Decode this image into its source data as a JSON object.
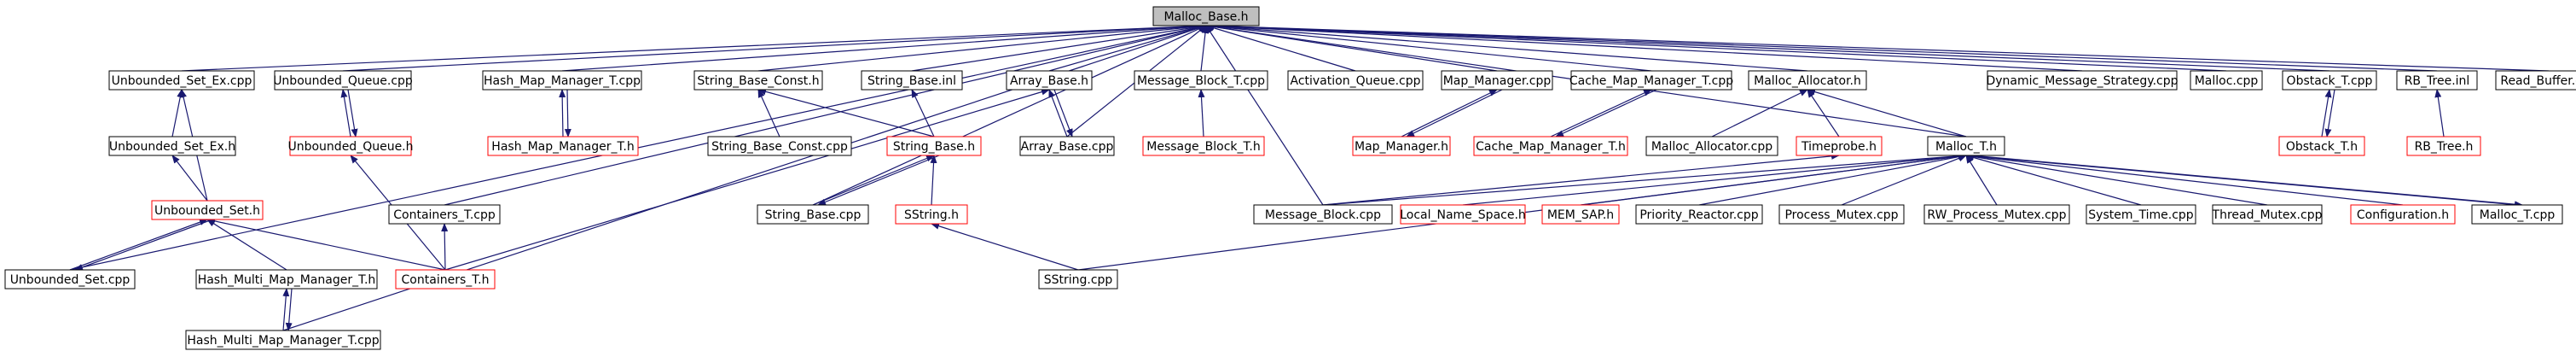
{
  "colors": {
    "edge": "#191970",
    "border_default": "#000000",
    "border_red": "#ff0000",
    "root_fill": "#bfbfbf",
    "node_fill": "#ffffff"
  },
  "nodes": [
    {
      "id": "root",
      "label": "Malloc_Base.h",
      "style": "root"
    },
    {
      "id": "ubse_cpp",
      "label": "Unbounded_Set_Ex.cpp",
      "style": "black"
    },
    {
      "id": "ubq_cpp",
      "label": "Unbounded_Queue.cpp",
      "style": "black"
    },
    {
      "id": "hmm_cpp",
      "label": "Hash_Map_Manager_T.cpp",
      "style": "black"
    },
    {
      "id": "sbc_h",
      "label": "String_Base_Const.h",
      "style": "black"
    },
    {
      "id": "sb_inl",
      "label": "String_Base.inl",
      "style": "black"
    },
    {
      "id": "ab_h",
      "label": "Array_Base.h",
      "style": "black"
    },
    {
      "id": "mb_cpp",
      "label": "Message_Block_T.cpp",
      "style": "black"
    },
    {
      "id": "aq_cpp",
      "label": "Activation_Queue.cpp",
      "style": "black"
    },
    {
      "id": "mm_cpp",
      "label": "Map_Manager.cpp",
      "style": "black"
    },
    {
      "id": "cmm_cpp",
      "label": "Cache_Map_Manager_T.cpp",
      "style": "black"
    },
    {
      "id": "ma_h",
      "label": "Malloc_Allocator.h",
      "style": "black"
    },
    {
      "id": "dms_cpp",
      "label": "Dynamic_Message_Strategy.cpp",
      "style": "black"
    },
    {
      "id": "malloc_cpp",
      "label": "Malloc.cpp",
      "style": "black"
    },
    {
      "id": "obs_cpp",
      "label": "Obstack_T.cpp",
      "style": "black"
    },
    {
      "id": "rbt_inl",
      "label": "RB_Tree.inl",
      "style": "black"
    },
    {
      "id": "rbuf_cpp",
      "label": "Read_Buffer.cpp",
      "style": "black"
    },
    {
      "id": "ubse_h",
      "label": "Unbounded_Set_Ex.h",
      "style": "black"
    },
    {
      "id": "ubq_h",
      "label": "Unbounded_Queue.h",
      "style": "red"
    },
    {
      "id": "hmm_h",
      "label": "Hash_Map_Manager_T.h",
      "style": "red"
    },
    {
      "id": "sbc_cpp",
      "label": "String_Base_Const.cpp",
      "style": "black"
    },
    {
      "id": "sb_h",
      "label": "String_Base.h",
      "style": "red"
    },
    {
      "id": "abcpp",
      "label": "Array_Base.cpp",
      "style": "black"
    },
    {
      "id": "mbt_h",
      "label": "Message_Block_T.h",
      "style": "red"
    },
    {
      "id": "mm_h",
      "label": "Map_Manager.h",
      "style": "red"
    },
    {
      "id": "cmm_h",
      "label": "Cache_Map_Manager_T.h",
      "style": "red"
    },
    {
      "id": "ma_cpp",
      "label": "Malloc_Allocator.cpp",
      "style": "black"
    },
    {
      "id": "tp_h",
      "label": "Timeprobe.h",
      "style": "red"
    },
    {
      "id": "mt_h",
      "label": "Malloc_T.h",
      "style": "black"
    },
    {
      "id": "obs_h",
      "label": "Obstack_T.h",
      "style": "red"
    },
    {
      "id": "rbt_h",
      "label": "RB_Tree.h",
      "style": "red"
    },
    {
      "id": "ubs_h",
      "label": "Unbounded_Set.h",
      "style": "red"
    },
    {
      "id": "ct_cpp",
      "label": "Containers_T.cpp",
      "style": "black"
    },
    {
      "id": "sb_cpp",
      "label": "String_Base.cpp",
      "style": "black"
    },
    {
      "id": "ss_h",
      "label": "SString.h",
      "style": "red"
    },
    {
      "id": "mblk_cpp",
      "label": "Message_Block.cpp",
      "style": "black"
    },
    {
      "id": "lns_h",
      "label": "Local_Name_Space.h",
      "style": "red"
    },
    {
      "id": "msap_h",
      "label": "MEM_SAP.h",
      "style": "red"
    },
    {
      "id": "pr_cpp",
      "label": "Priority_Reactor.cpp",
      "style": "black"
    },
    {
      "id": "pm_cpp",
      "label": "Process_Mutex.cpp",
      "style": "black"
    },
    {
      "id": "rwpm_cpp",
      "label": "RW_Process_Mutex.cpp",
      "style": "black"
    },
    {
      "id": "st_cpp",
      "label": "System_Time.cpp",
      "style": "black"
    },
    {
      "id": "tm_cpp",
      "label": "Thread_Mutex.cpp",
      "style": "black"
    },
    {
      "id": "conf_h",
      "label": "Configuration.h",
      "style": "red"
    },
    {
      "id": "mt_cpp",
      "label": "Malloc_T.cpp",
      "style": "black"
    },
    {
      "id": "ubs_cpp",
      "label": "Unbounded_Set.cpp",
      "style": "black"
    },
    {
      "id": "hmmm_h",
      "label": "Hash_Multi_Map_Manager_T.h",
      "style": "black"
    },
    {
      "id": "ct_h",
      "label": "Containers_T.h",
      "style": "red"
    },
    {
      "id": "ss_cpp",
      "label": "SString.cpp",
      "style": "black"
    },
    {
      "id": "hmmm_cpp",
      "label": "Hash_Multi_Map_Manager_T.cpp",
      "style": "black"
    }
  ],
  "edges": [
    [
      "ubse_cpp",
      "root"
    ],
    [
      "ubq_cpp",
      "root"
    ],
    [
      "hmm_cpp",
      "root"
    ],
    [
      "sbc_h",
      "root"
    ],
    [
      "sb_inl",
      "root"
    ],
    [
      "ab_h",
      "root"
    ],
    [
      "mb_cpp",
      "root"
    ],
    [
      "aq_cpp",
      "root"
    ],
    [
      "mm_cpp",
      "root"
    ],
    [
      "cmm_cpp",
      "root"
    ],
    [
      "ma_h",
      "root"
    ],
    [
      "dms_cpp",
      "root"
    ],
    [
      "malloc_cpp",
      "root"
    ],
    [
      "obs_cpp",
      "root"
    ],
    [
      "rbt_inl",
      "root"
    ],
    [
      "rbuf_cpp",
      "root"
    ],
    [
      "mt_h",
      "root"
    ],
    [
      "abcpp",
      "root"
    ],
    [
      "ct_cpp",
      "root"
    ],
    [
      "sb_cpp",
      "root"
    ],
    [
      "ubs_cpp",
      "root"
    ],
    [
      "hmmm_cpp",
      "root"
    ],
    [
      "mblk_cpp",
      "root"
    ],
    [
      "ubse_h",
      "ubse_cpp"
    ],
    [
      "ubq_h",
      "ubq_cpp"
    ],
    [
      "ubq_cpp",
      "ubq_h"
    ],
    [
      "hmm_h",
      "hmm_cpp"
    ],
    [
      "hmm_cpp",
      "hmm_h"
    ],
    [
      "sbc_cpp",
      "sbc_h"
    ],
    [
      "sb_h",
      "sbc_h"
    ],
    [
      "sb_h",
      "sb_inl"
    ],
    [
      "abcpp",
      "ab_h"
    ],
    [
      "ab_h",
      "abcpp"
    ],
    [
      "ct_h",
      "ab_h"
    ],
    [
      "mbt_h",
      "mb_cpp"
    ],
    [
      "mm_h",
      "mm_cpp"
    ],
    [
      "mm_cpp",
      "mm_h"
    ],
    [
      "cmm_h",
      "cmm_cpp"
    ],
    [
      "cmm_cpp",
      "cmm_h"
    ],
    [
      "ma_cpp",
      "ma_h"
    ],
    [
      "tp_h",
      "ma_h"
    ],
    [
      "mt_h",
      "ma_h"
    ],
    [
      "obs_h",
      "obs_cpp"
    ],
    [
      "obs_cpp",
      "obs_h"
    ],
    [
      "rbt_h",
      "rbt_inl"
    ],
    [
      "ubs_h",
      "ubse_h"
    ],
    [
      "ubs_h",
      "ubse_cpp"
    ],
    [
      "ct_h",
      "ubq_h"
    ],
    [
      "sb_cpp",
      "sb_h"
    ],
    [
      "sb_h",
      "sb_cpp"
    ],
    [
      "ss_h",
      "sb_h"
    ],
    [
      "mblk_cpp",
      "tp_h"
    ],
    [
      "mblk_cpp",
      "mt_h"
    ],
    [
      "lns_h",
      "mt_h"
    ],
    [
      "msap_h",
      "mt_h"
    ],
    [
      "pr_cpp",
      "mt_h"
    ],
    [
      "pm_cpp",
      "mt_h"
    ],
    [
      "rwpm_cpp",
      "mt_h"
    ],
    [
      "st_cpp",
      "mt_h"
    ],
    [
      "tm_cpp",
      "mt_h"
    ],
    [
      "conf_h",
      "mt_h"
    ],
    [
      "mt_cpp",
      "mt_h"
    ],
    [
      "mt_h",
      "mt_cpp"
    ],
    [
      "ss_cpp",
      "mt_h"
    ],
    [
      "ubs_cpp",
      "ubs_h"
    ],
    [
      "ubs_h",
      "ubs_cpp"
    ],
    [
      "hmmm_h",
      "ubs_h"
    ],
    [
      "ct_h",
      "ubs_h"
    ],
    [
      "ct_h",
      "ct_cpp"
    ],
    [
      "ss_cpp",
      "ss_h"
    ],
    [
      "hmmm_cpp",
      "hmmm_h"
    ],
    [
      "hmmm_h",
      "hmmm_cpp"
    ]
  ]
}
